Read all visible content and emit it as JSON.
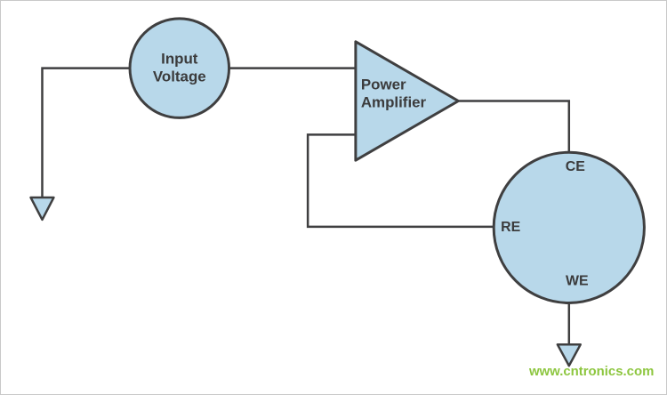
{
  "diagram": {
    "source": {
      "line1": "Input",
      "line2": "Voltage"
    },
    "amplifier": {
      "line1": "Power",
      "line2": "Amplifier"
    },
    "cell": {
      "counter_electrode": "CE",
      "reference_electrode": "RE",
      "working_electrode": "WE"
    },
    "watermark": "www.cntronics.com",
    "colors": {
      "shape_fill": "#b8d8ea",
      "outline": "#3f3f40",
      "label_text": "#3b3b3c",
      "watermark_green": "#8dc63f",
      "background": "#ffffff",
      "border": "#c9c9c9"
    }
  }
}
